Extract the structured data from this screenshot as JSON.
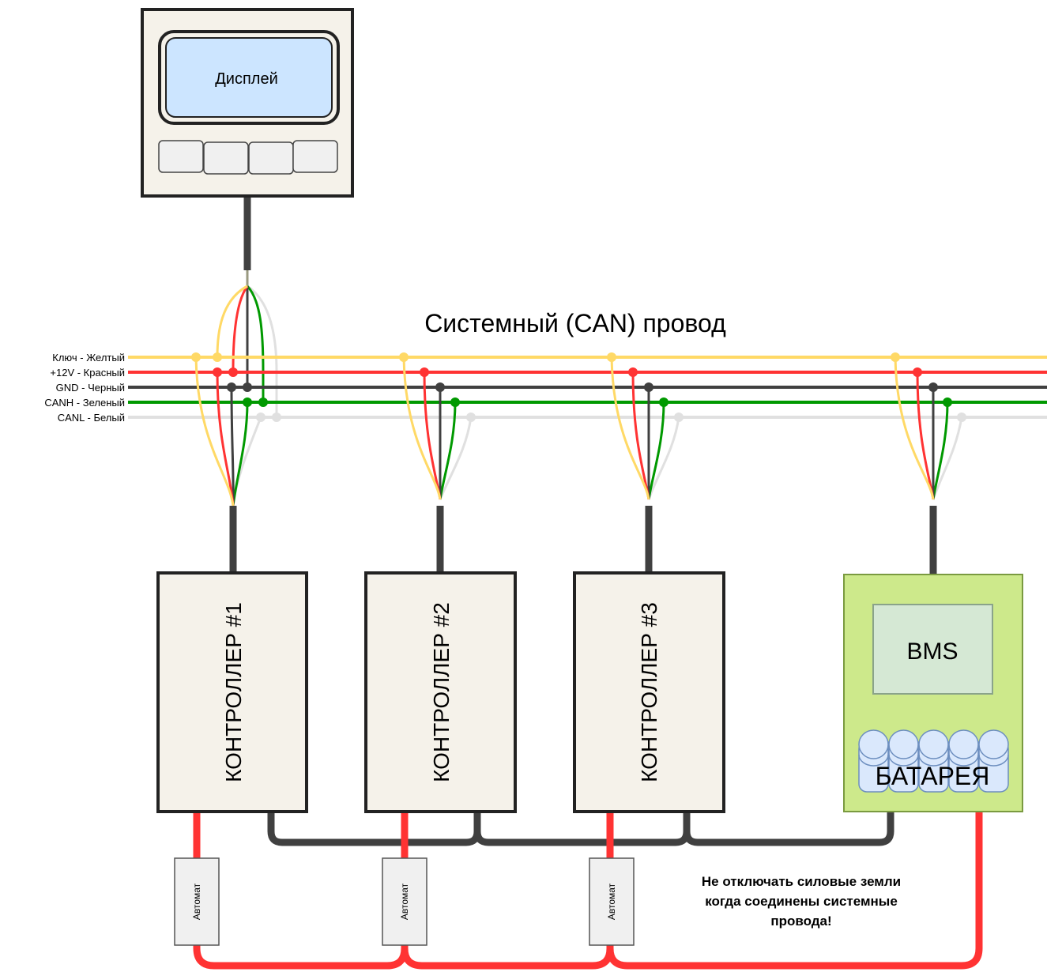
{
  "display": {
    "screen_label": "Дисплей",
    "button_count": 4
  },
  "bus": {
    "title": "Системный (CAN) провод",
    "wires": [
      {
        "id": "key",
        "label": "Ключ - Желтый",
        "color": "#ffd966"
      },
      {
        "id": "v12",
        "label": "+12V - Красный",
        "color": "#ff3333"
      },
      {
        "id": "gnd",
        "label": "GND - Черный",
        "color": "#404040"
      },
      {
        "id": "canh",
        "label": "CANH - Зеленый",
        "color": "#009900"
      },
      {
        "id": "canl",
        "label": "CANL - Белый",
        "color": "#e0e0e0"
      }
    ]
  },
  "controllers": [
    {
      "label": "КОНТРОЛЛЕР #1"
    },
    {
      "label": "КОНТРОЛЛЕР #2"
    },
    {
      "label": "КОНТРОЛЛЕР #3"
    }
  ],
  "battery": {
    "bms_label": "BMS",
    "label": "БАТАРЕЯ",
    "cell_count": 5
  },
  "breakers": [
    {
      "label": "Автомат"
    },
    {
      "label": "Автомат"
    },
    {
      "label": "Автомат"
    }
  ],
  "warning": {
    "lines": [
      "Не отключать силовые земли",
      "когда соединены системные",
      "провода!"
    ]
  },
  "colors": {
    "box_fill": "#f5f2ea",
    "screen_fill": "#cce5ff",
    "battery_fill": "#cde98b",
    "bms_fill": "#d5e8d4",
    "cell_fill": "#dae8fc",
    "cell_stroke": "#6c8ebf",
    "cable": "#404040",
    "power": "#ff3333"
  }
}
